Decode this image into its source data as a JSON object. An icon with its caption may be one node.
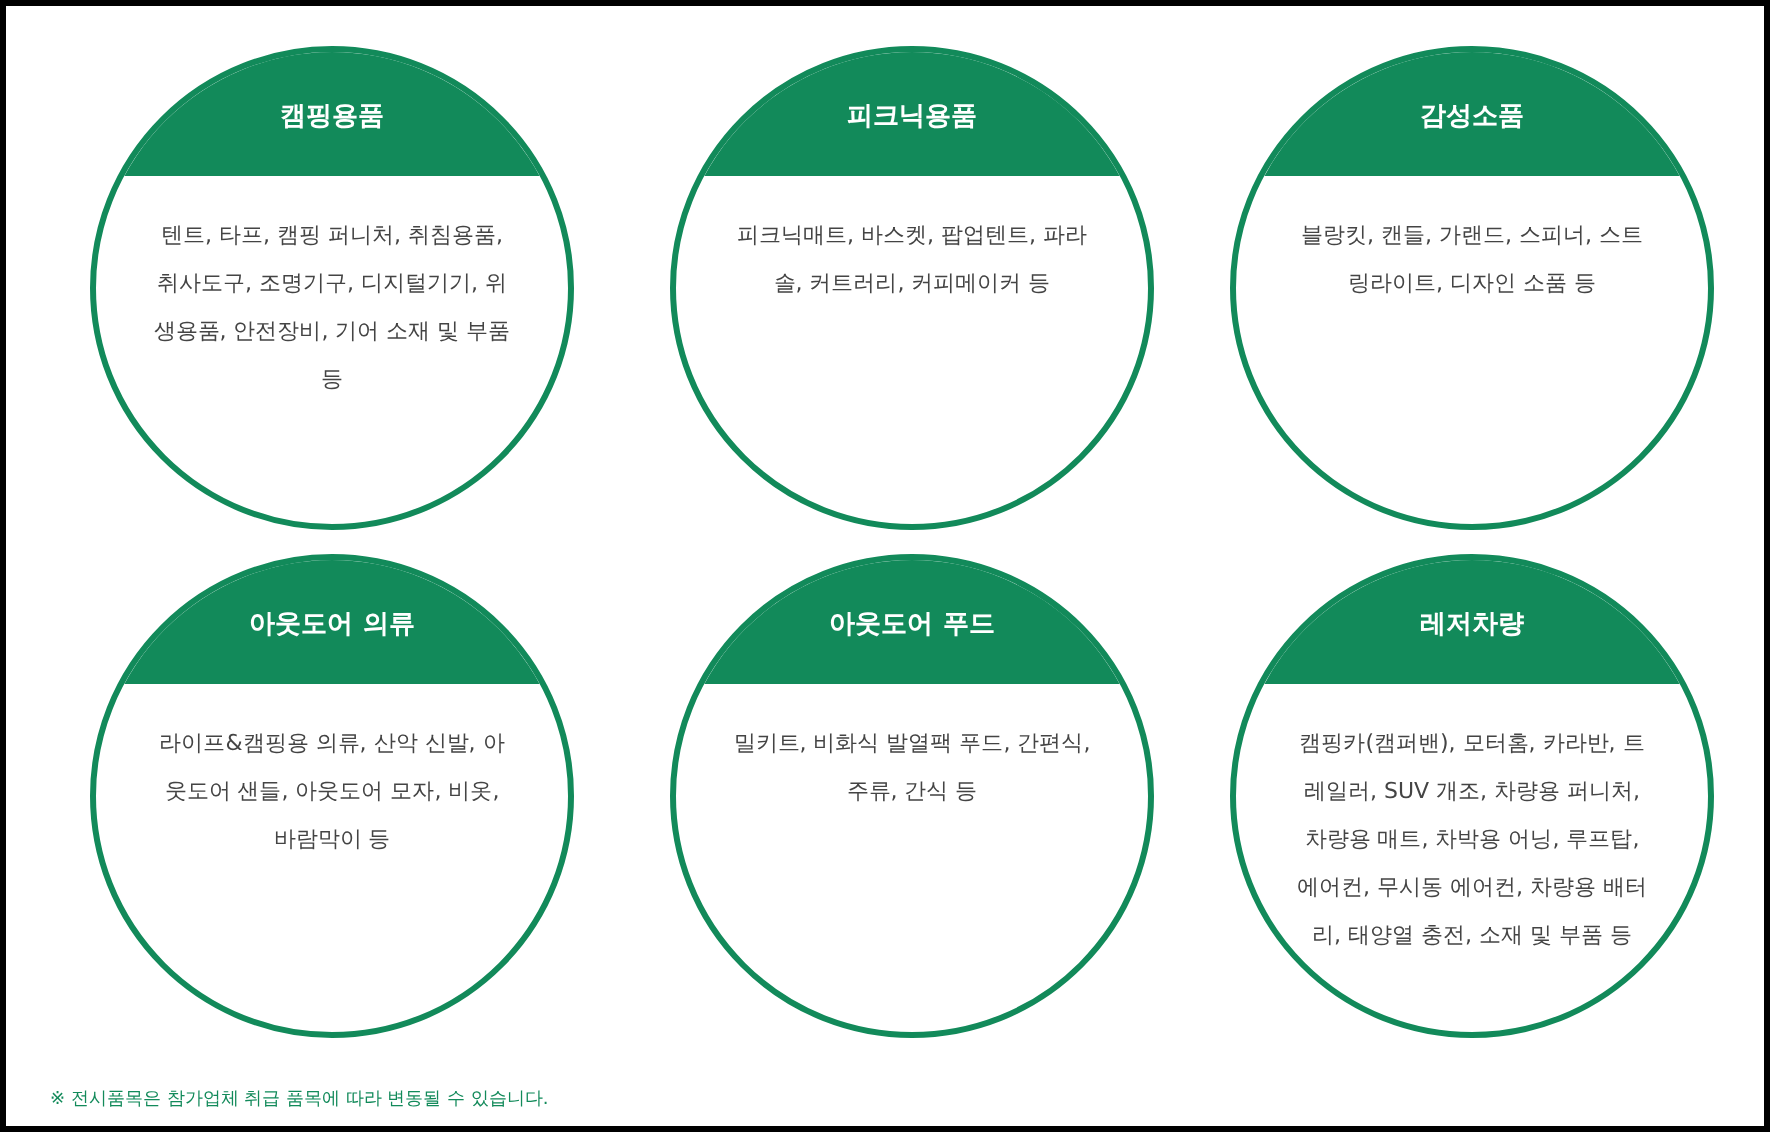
{
  "diagram": {
    "nodes": [
      {
        "text": [
          "캠핑용품",
          "텐트, 타프, 캠핑 퍼니처, 취침용품, 취사도구, 조명기구, 디지털기기, 위생용품, 안전장비, 기어 소재 및 부품 등"
        ]
      },
      {
        "text": [
          "피크닉용품",
          "피크닉매트, 바스켓, 팝업텐트, 파라솔, 커트러리, 커피메이커 등"
        ]
      },
      {
        "text": [
          "감성소품",
          "블랑킷, 캔들, 가랜드, 스피너, 스트링라이트, 디자인 소품 등"
        ]
      },
      {
        "text": [
          "아웃도어 의류",
          "라이프&캠핑용 의류, 산악 신발, 아웃도어 샌들, 아웃도어 모자, 비옷, 바람막이 등"
        ]
      },
      {
        "text": [
          "아웃도어 푸드",
          "밀키트, 비화식 발열팩 푸드, 간편식, 주류, 간식 등"
        ]
      },
      {
        "text": [
          "레저차량",
          "캠핑카(캠퍼밴), 모터홈, 카라반, 트레일러, SUV 개조, 차량용 퍼니처, 차량용 매트, 차박용 어닝, 루프탑, 에어컨, 무시동 에어컨, 차량용 배터리, 태양열 충전, 소재 및 부품 등"
        ]
      }
    ],
    "edges": [],
    "labels": [
      "※ 전시품목은 참가업체 취급 품목에 따라 변동될 수 있습니다."
    ]
  }
}
